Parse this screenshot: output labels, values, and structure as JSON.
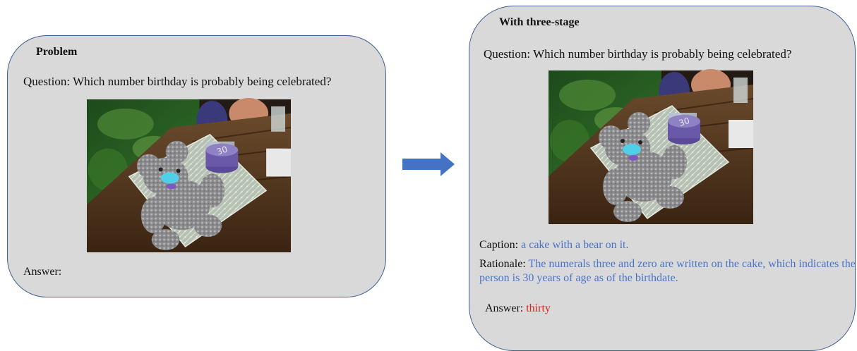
{
  "problem_panel": {
    "title": "Problem",
    "question_prefix": "Question: ",
    "question_text": "Which number birthday is probably being celebrated?",
    "answer_prefix": "Answer:"
  },
  "three_stage_panel": {
    "title": "With three-stage",
    "question_prefix": "Question: ",
    "question_text": "Which number birthday is probably being celebrated?",
    "caption_prefix": "Caption: ",
    "caption_text": "a cake with a bear on it.",
    "rationale_prefix": "Rationale: ",
    "rationale_text": "The numerals three and zero are written on the cake, which indicates the person is 30 years of age as of the birthdate.",
    "answer_prefix": "Answer: ",
    "answer_text": "thirty"
  },
  "cake_numeral": "30",
  "colors": {
    "panel_fill": "#d9d9d9",
    "panel_border": "#3f5f8f",
    "arrow": "#4472c4",
    "generated_text": "#4a73c8",
    "answer_text": "#e0221a"
  },
  "icons": {
    "arrow": "right-arrow-icon"
  }
}
